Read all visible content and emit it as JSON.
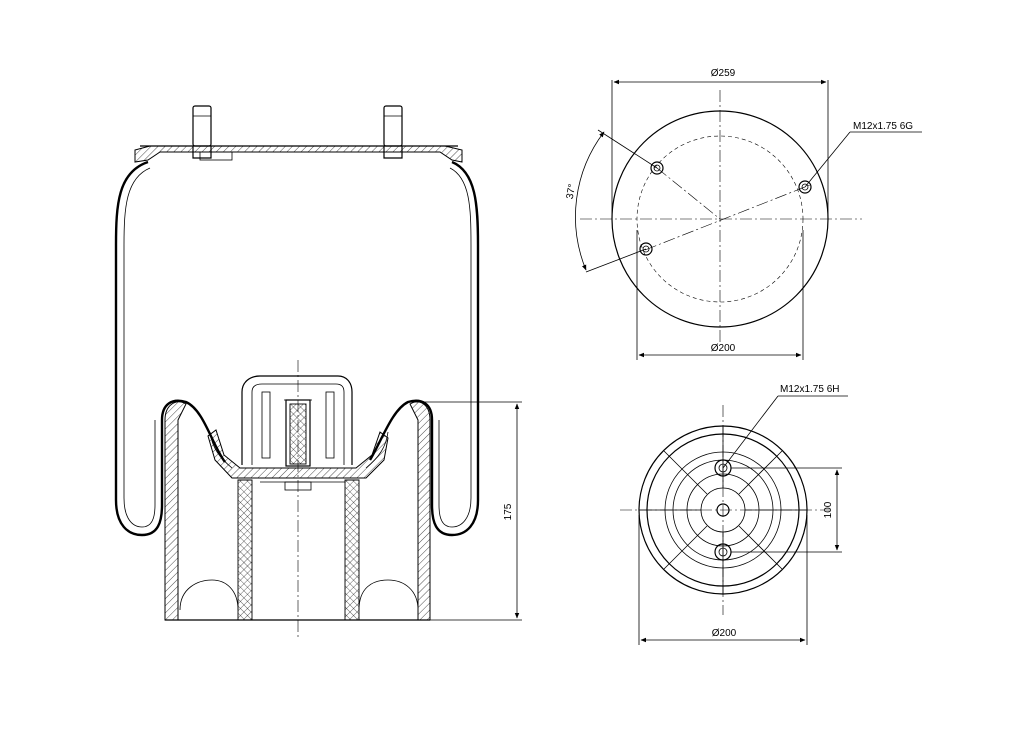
{
  "drawing": {
    "top_view": {
      "outer_diameter_label": "Ø259",
      "bolt_circle_label": "Ø200",
      "thread_label": "M12x1.75 6G",
      "angle_label": "37°"
    },
    "bottom_view": {
      "thread_label": "M12x1.75 6H",
      "diameter_label": "Ø200",
      "spacing_label": "100"
    },
    "side_view": {
      "height_label": "175"
    }
  }
}
